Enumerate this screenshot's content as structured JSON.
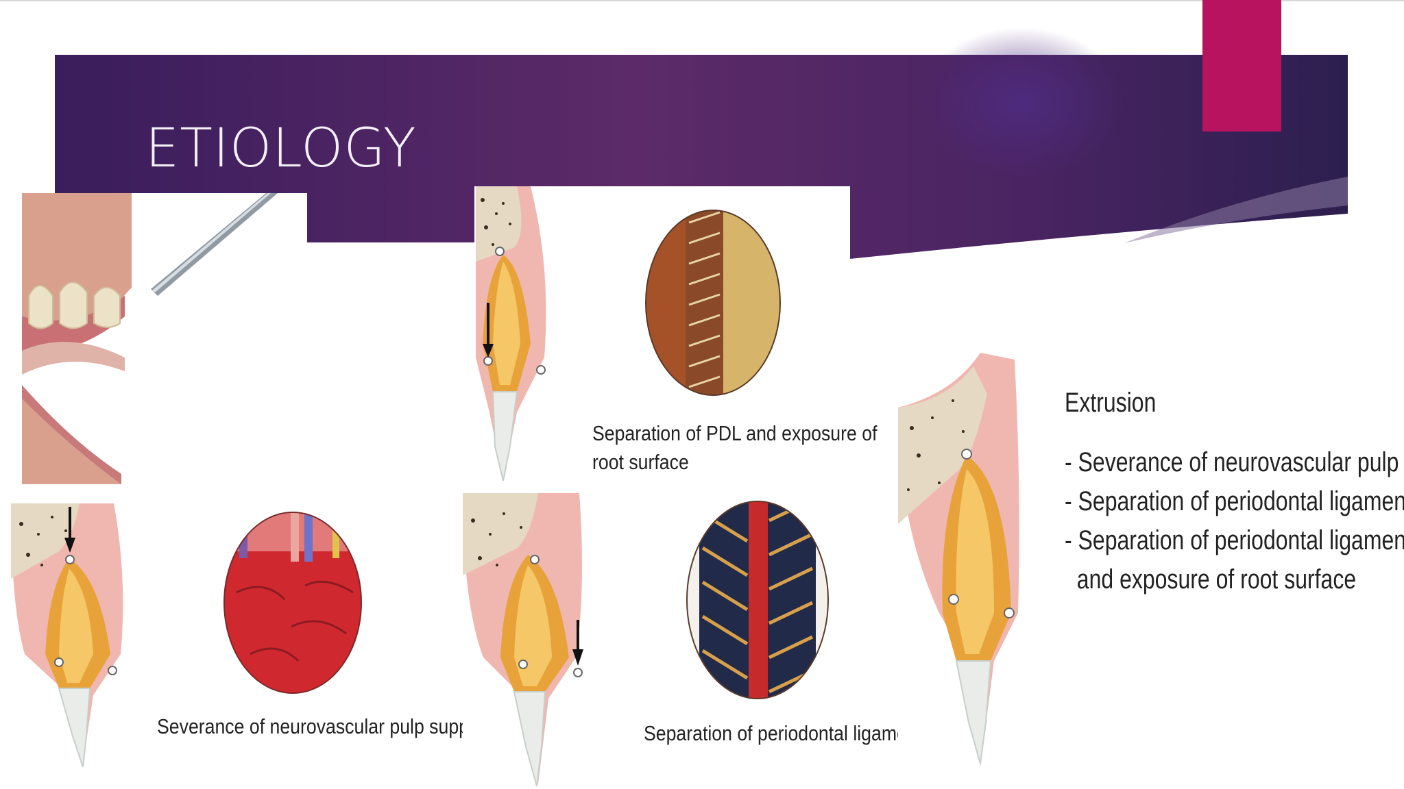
{
  "slide": {
    "title": "ETIOLOGY",
    "accent_color": "#b8135f",
    "banner_gradient": [
      "#3b1f5e",
      "#5a2a66",
      "#2a1f50"
    ]
  },
  "figures": {
    "pdl_exposure_caption_line1": "Separation of PDL and exposure of",
    "pdl_exposure_caption_line2": "root surface",
    "pulp_caption": "Severance of neurovascular pulp supply",
    "pdl_caption": "Separation of periodontal ligament"
  },
  "extrusion": {
    "heading": "Extrusion",
    "items": [
      "- Severance of neurovascular pulp supply",
      "- Separation of periodontal ligament",
      "- Separation of periodontal ligament",
      "  and exposure of root surface"
    ]
  }
}
